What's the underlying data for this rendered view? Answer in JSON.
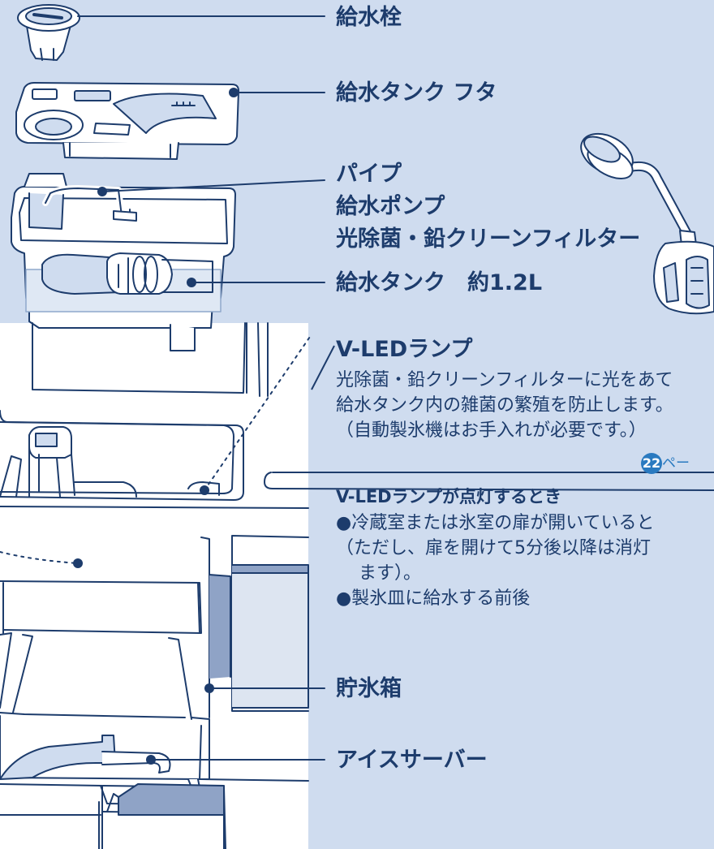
{
  "labels": {
    "water_plug": "給水栓",
    "tank_lid": "給水タンク フタ",
    "pipe": "パイプ",
    "pump": "給水ポンプ",
    "filter": "光除菌・鉛クリーンフィルター",
    "tank": "給水タンク　約1.2L",
    "led_lamp": "V-LEDランプ",
    "ice_box": "貯氷箱",
    "ice_server": "アイスサーバー"
  },
  "led_description": [
    "光除菌・鉛クリーンフィルターに光をあて",
    "給水タンク内の雑菌の繁殖を防止します。",
    "（自動製氷機はお手入れが必要です。）"
  ],
  "page_ref": {
    "number": "22",
    "suffix": "ペー"
  },
  "led_on": {
    "heading": "V-LEDランプが点灯するとき",
    "items": [
      "●冷蔵室または氷室の扉が開いていると",
      "（ただし、扉を開けて5分後以降は消灯",
      "ます）。",
      "●製氷皿に給水する前後"
    ]
  },
  "colors": {
    "background": "#cfdcef",
    "line": "#1d3c6c",
    "accent": "#2a7ac0"
  }
}
